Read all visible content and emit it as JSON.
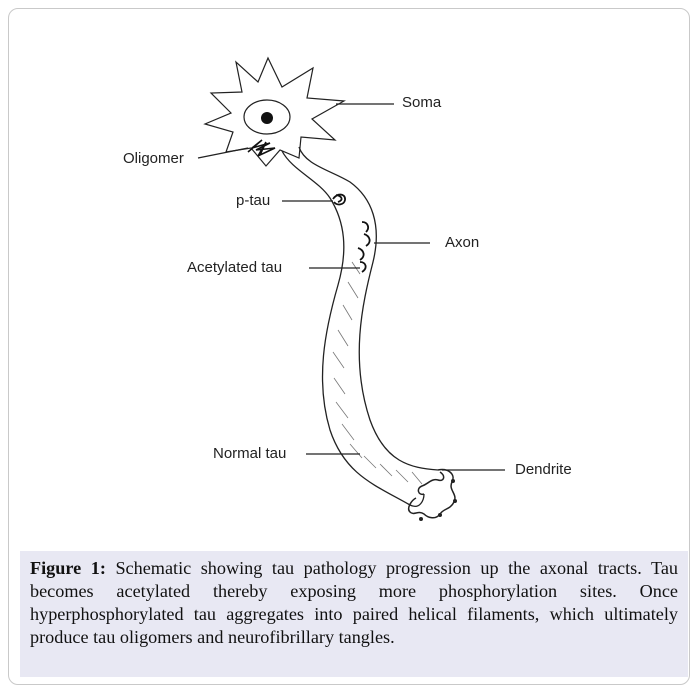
{
  "labels": {
    "soma": "Soma",
    "oligomer": "Oligomer",
    "ptau": "p-tau",
    "axon": "Axon",
    "acetylated": "Acetylated tau",
    "normal": "Normal tau",
    "dendrite": "Dendrite"
  },
  "caption": {
    "prefix": "Figure 1:",
    "text": "Schematic showing tau pathology progression up the axonal tracts. Tau becomes acetylated thereby exposing more phosphorylation sites. Once hyperphosphorylated tau aggregates into paired helical filaments, which ultimately produce tau oligomers and neurofibrillary tangles."
  }
}
